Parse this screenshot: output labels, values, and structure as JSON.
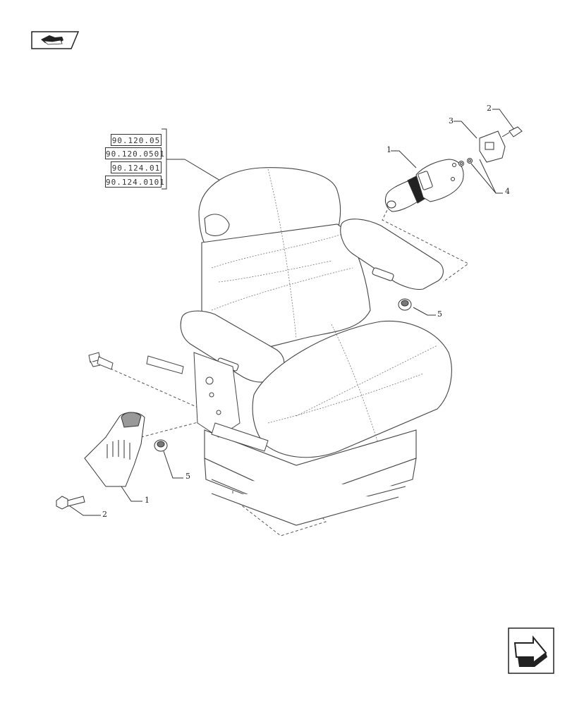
{
  "references": [
    "90.120.05",
    "90.120.0501",
    "90.124.01",
    "90.124.0101"
  ],
  "callouts": {
    "c1_top": "1",
    "c2_top": "2",
    "c3_top": "3",
    "c4_top": "4",
    "c5_right": "5",
    "c5_left": "5",
    "c1_bottom": "1",
    "c2_bottom": "2"
  },
  "icons": {
    "prev": "arrow-back-icon",
    "next": "arrow-forward-icon"
  }
}
